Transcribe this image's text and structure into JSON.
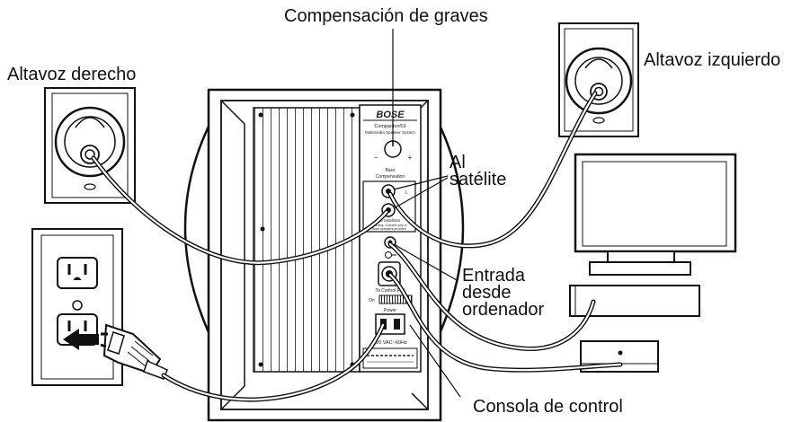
{
  "labels": {
    "bass_compensation": "Compensación de graves",
    "right_speaker": "Altavoz derecho",
    "left_speaker": "Altavoz izquierdo",
    "to_satellite_line1": "Al",
    "to_satellite_line2": "satélite",
    "computer_input_line1": "Entrada",
    "computer_input_line2": "desde",
    "computer_input_line3": "ordenador",
    "control_console": "Consola de control"
  },
  "panel": {
    "brand": "BOSE",
    "model": "Companion®3",
    "subtitle": "Multimedia Speaker System",
    "knob_minus": "−",
    "knob_plus": "+",
    "bass_label_1": "Bass",
    "bass_label_2": "Compensation",
    "channel_l": "L",
    "satellites": "To Satellites",
    "satellites_note_1": "Warning: Connect only to",
    "satellites_note_2": "Bose speakers provided",
    "to_control_pod": "To Control Pod",
    "on_label": "On",
    "power_label": "Power",
    "voltage": "120 VAC~60Hz"
  },
  "colors": {
    "line": "#111111",
    "panel_fill": "#ffffff",
    "hatch": "#444444"
  }
}
